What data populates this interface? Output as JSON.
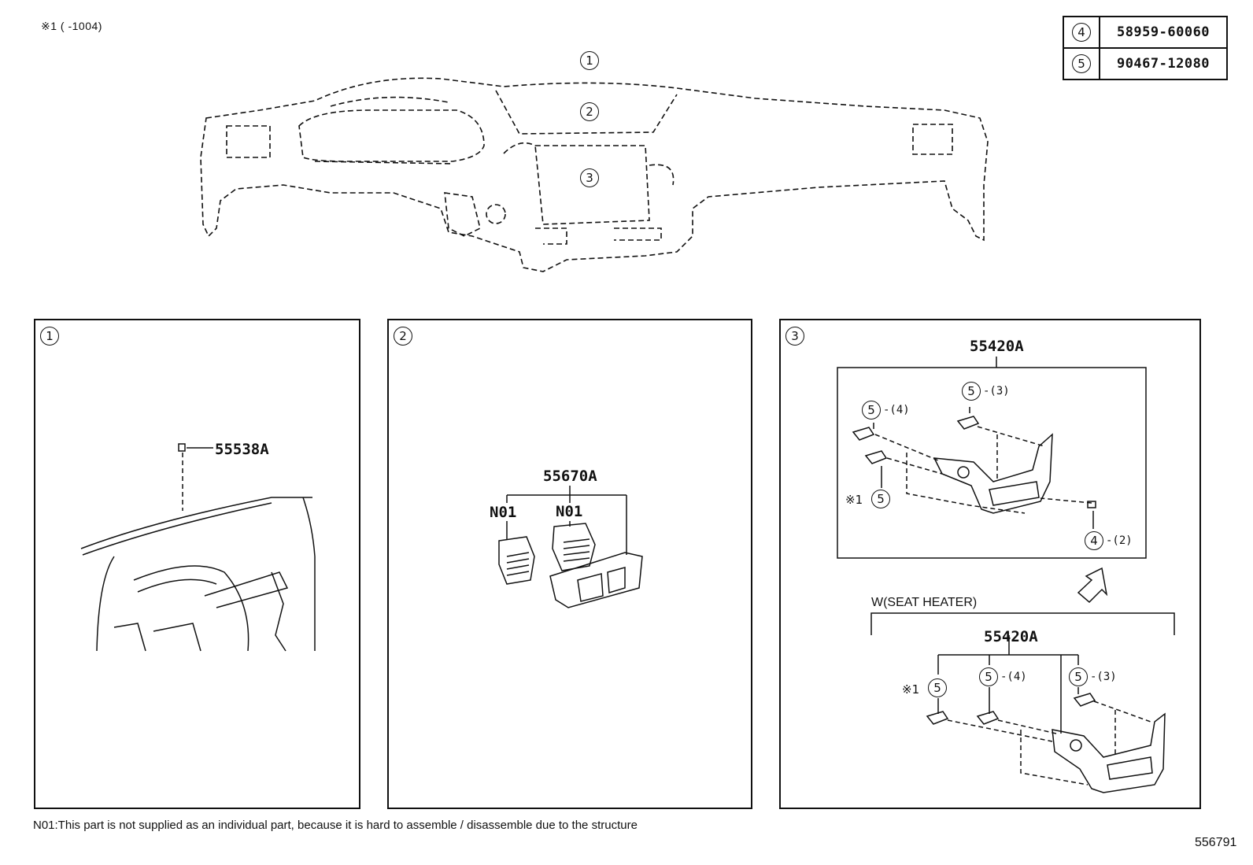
{
  "header_note": "※1 (      -1004)",
  "reference_table": [
    {
      "index": "4",
      "part_number": "58959-60060"
    },
    {
      "index": "5",
      "part_number": "90467-12080"
    }
  ],
  "overview_callouts": [
    "1",
    "2",
    "3"
  ],
  "panels": [
    {
      "index": "1",
      "part_label": "55538A"
    },
    {
      "index": "2",
      "part_label": "55670A",
      "sub_labels": [
        "N01",
        "N01"
      ]
    },
    {
      "index": "3",
      "part_label": "55420A",
      "upper_callouts": [
        {
          "circle": "5",
          "qty": "-(4)"
        },
        {
          "circle": "5",
          "qty": "-(3)"
        },
        {
          "mark": "※1",
          "circle": "5"
        },
        {
          "circle": "4",
          "qty": "-(2)"
        }
      ],
      "condition": "W(SEAT HEATER)",
      "lower_part_label": "55420A",
      "lower_callouts": [
        {
          "mark": "※1",
          "circle": "5"
        },
        {
          "circle": "5",
          "qty": "-(4)"
        },
        {
          "circle": "5",
          "qty": "-(3)"
        }
      ]
    }
  ],
  "footnote": "N01:This part is not supplied as an individual part, because it is hard to assemble / disassemble due to the structure",
  "illustration_number": "556791"
}
